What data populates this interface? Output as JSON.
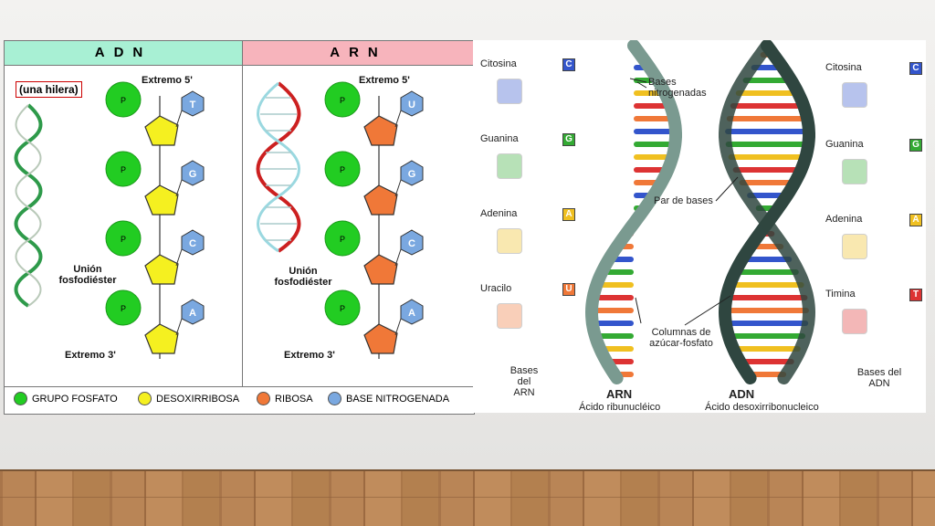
{
  "adn_panel": {
    "header": "ADN",
    "strand_note": "(una hilera)",
    "end5": "Extremo 5'",
    "end3": "Extremo 3'",
    "bond": "Unión fosfodiéster",
    "bases": [
      "T",
      "G",
      "C",
      "A"
    ]
  },
  "arn_panel": {
    "header": "ARN",
    "end5": "Extremo 5'",
    "end3": "Extremo 3'",
    "bond": "Unión fosfodiéster",
    "bases": [
      "U",
      "G",
      "C",
      "A"
    ]
  },
  "legend": [
    {
      "label": "GRUPO FOSFATO",
      "color": "#22cc22"
    },
    {
      "label": "DESOXIRRIBOSA",
      "color": "#f5f020"
    },
    {
      "label": "RIBOSA",
      "color": "#f07838"
    },
    {
      "label": "BASE NITROGENADA",
      "color": "#7aa8e0"
    }
  ],
  "right_panel": {
    "rna_bases": [
      {
        "name": "Citosina",
        "letter": "C",
        "color": "#3355cc"
      },
      {
        "name": "Guanina",
        "letter": "G",
        "color": "#33aa33"
      },
      {
        "name": "Adenina",
        "letter": "A",
        "color": "#f0c020"
      },
      {
        "name": "Uracilo",
        "letter": "U",
        "color": "#f07838"
      }
    ],
    "dna_bases": [
      {
        "name": "Citosina",
        "letter": "C",
        "color": "#3355cc"
      },
      {
        "name": "Guanina",
        "letter": "G",
        "color": "#33aa33"
      },
      {
        "name": "Adenina",
        "letter": "A",
        "color": "#f0c020"
      },
      {
        "name": "Timina",
        "letter": "T",
        "color": "#dd3333"
      }
    ],
    "bases_nitrogenadas": "Bases nitrogenadas",
    "par_de_bases": "Par de bases",
    "columnas": "Columnas de azúcar-fosfato",
    "bases_arn": "Bases del ARN",
    "bases_adn": "Bases del ADN",
    "arn_title": "ARN",
    "arn_sub": "Ácido ribunucléico",
    "adn_title": "ADN",
    "adn_sub": "Ácido desoxirribonucleico"
  }
}
